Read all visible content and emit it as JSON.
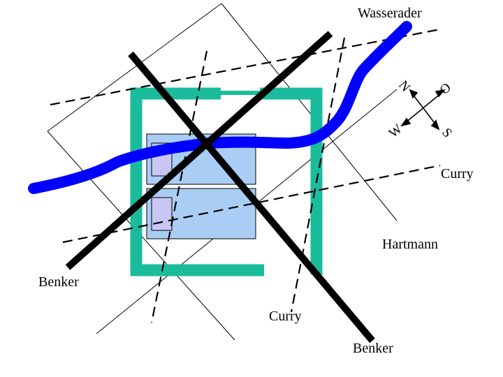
{
  "labels": {
    "wasserader": "Wasserader",
    "curry_right": "Curry",
    "hartmann": "Hartmann",
    "benker_left": "Benker",
    "curry_bottom": "Curry",
    "benker_bottom": "Benker"
  },
  "compass": {
    "north": "N",
    "east": "O",
    "south": "S",
    "west": "W"
  },
  "colors": {
    "water_vein": "#0000ff",
    "building_outline": "#1abc9c",
    "house_fill": "#a9cdf5",
    "bed_fill": "#c9c6f3",
    "benker_line": "#000000",
    "curry_line": "#000000",
    "hartmann_line": "#000000"
  }
}
